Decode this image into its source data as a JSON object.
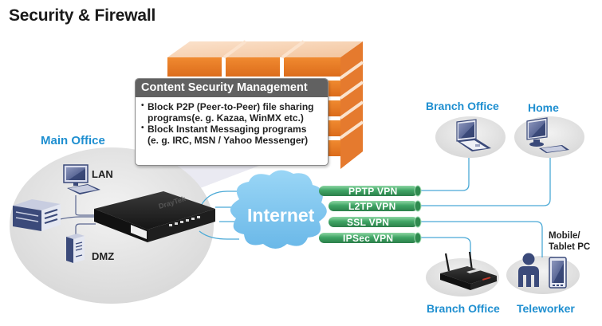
{
  "title": "Security & Firewall",
  "content_security": {
    "heading": "Content Security Management",
    "items": [
      {
        "line1": "Block P2P (Peer-to-Peer) file sharing",
        "line2": "programs(e. g. Kazaa, WinMX etc.)"
      },
      {
        "line1": "Block Instant Messaging programs",
        "line2": "(e. g. IRC, MSN / Yahoo Messenger)"
      }
    ]
  },
  "main_office": {
    "label": "Main Office",
    "lan_label": "LAN",
    "dmz_label": "DMZ",
    "router_brand": "DrayTek"
  },
  "internet": {
    "label": "Internet"
  },
  "vpn_tunnels": [
    {
      "label": "PPTP VPN"
    },
    {
      "label": "L2TP VPN"
    },
    {
      "label": "SSL VPN"
    },
    {
      "label": "IPSec VPN"
    }
  ],
  "endpoints": {
    "branch_office_top": "Branch Office",
    "home": "Home",
    "branch_office_bottom": "Branch Office",
    "teleworker": "Teleworker",
    "mobile_line1": "Mobile/",
    "mobile_line2": "Tablet PC"
  },
  "colors": {
    "accent_blue": "#1f8fd0",
    "firewall_orange": "#e8792a",
    "vpn_green": "#3a9a5c",
    "cloud_blue": "#7cc4ee",
    "line_blue": "#4aa9d6",
    "icon_navy": "#3b4a7a"
  }
}
